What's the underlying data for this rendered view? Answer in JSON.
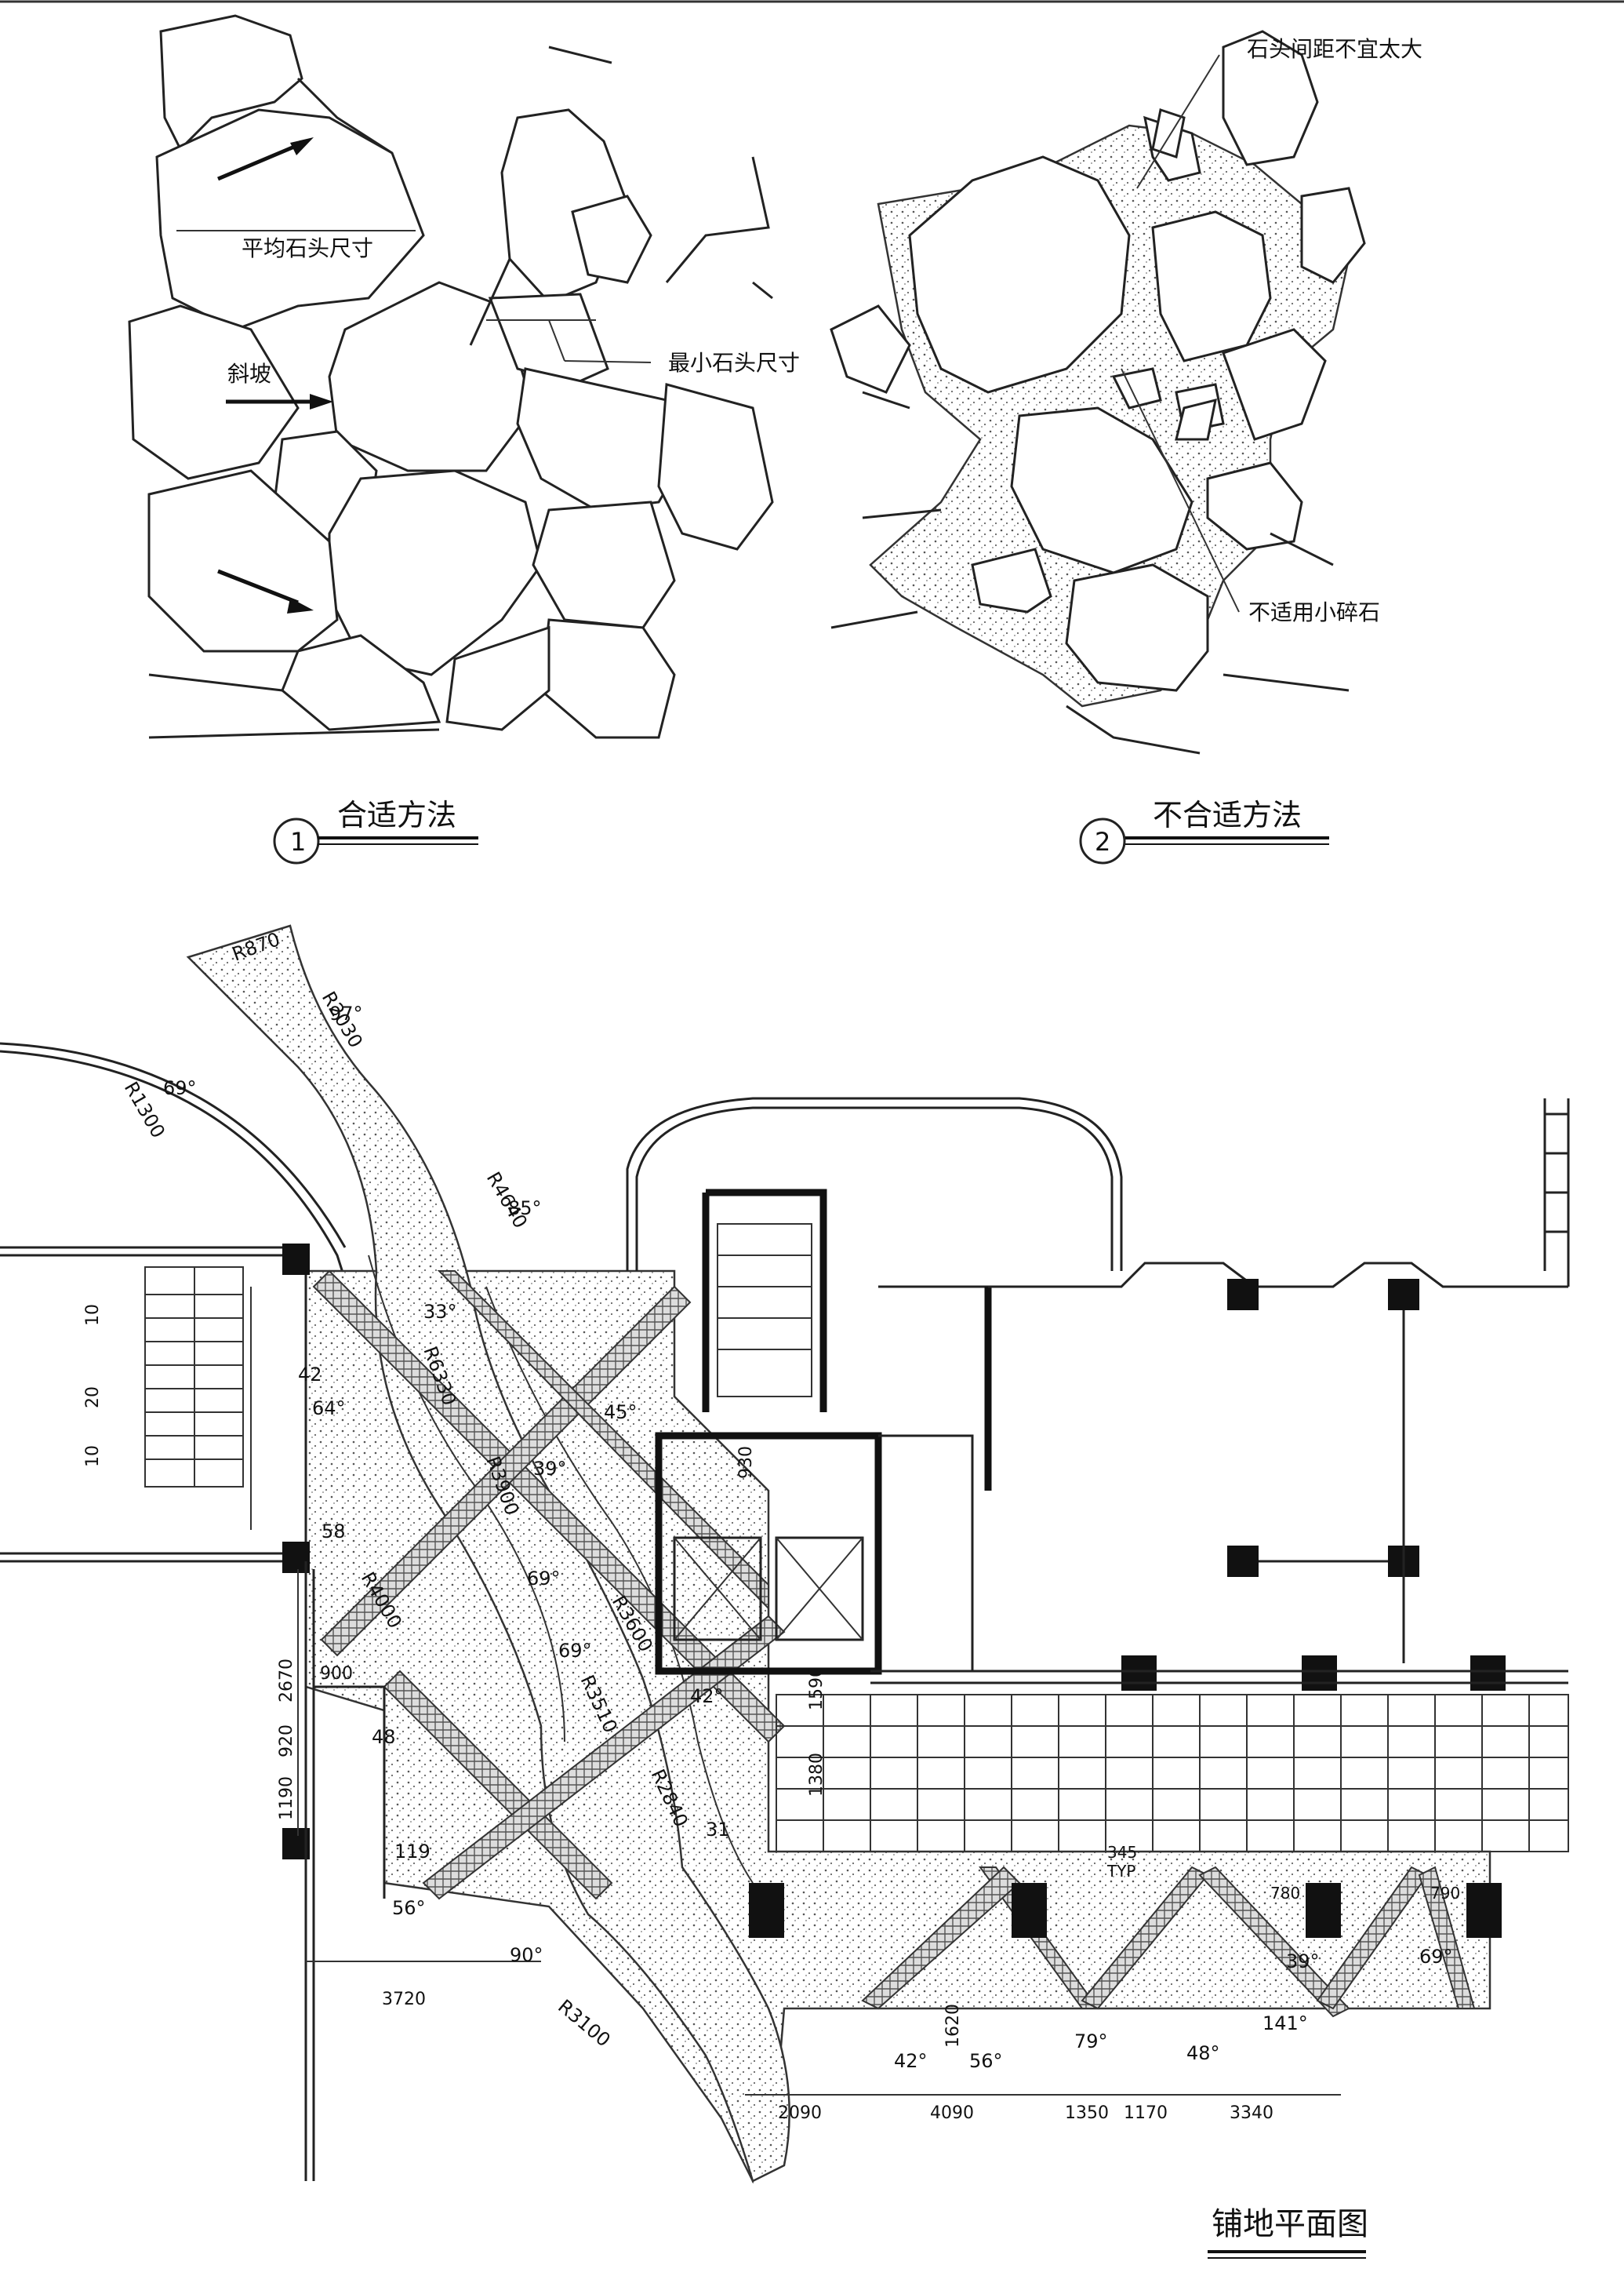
{
  "figure1": {
    "labels": {
      "avg_stone_size": "平均石头尺寸",
      "slope": "斜坡",
      "min_stone_size": "最小石头尺寸"
    },
    "number": "1",
    "title": "合适方法"
  },
  "figure2": {
    "labels": {
      "gap_note": "石头间距不宜太大",
      "no_small_gravel": "不适用小碎石"
    },
    "number": "2",
    "title": "不合适方法"
  },
  "plan": {
    "title": "铺地平面图",
    "radii": [
      "R870",
      "R2030",
      "R1300",
      "R4640",
      "R6330",
      "R3900",
      "R4000",
      "R3600",
      "R3510",
      "R2840",
      "R3100"
    ],
    "angles": [
      "97°",
      "69°",
      "85°",
      "33°",
      "42",
      "64°",
      "45°",
      "39°",
      "69°",
      "69°",
      "42°",
      "58",
      "48",
      "31",
      "119",
      "56°",
      "90°",
      "42°",
      "56°",
      "79°",
      "48°",
      "141°",
      "39°",
      "69°"
    ],
    "dims_left": [
      "10",
      "20",
      "10",
      "2670",
      "900",
      "920",
      "1190",
      "3720"
    ],
    "dims_mid": [
      "930",
      "1590",
      "1380",
      "1620"
    ],
    "dims_bottom": [
      "2090",
      "4090",
      "1350",
      "1170",
      "3340"
    ],
    "dims_right": [
      "345",
      "TYP",
      "780",
      "790"
    ]
  }
}
